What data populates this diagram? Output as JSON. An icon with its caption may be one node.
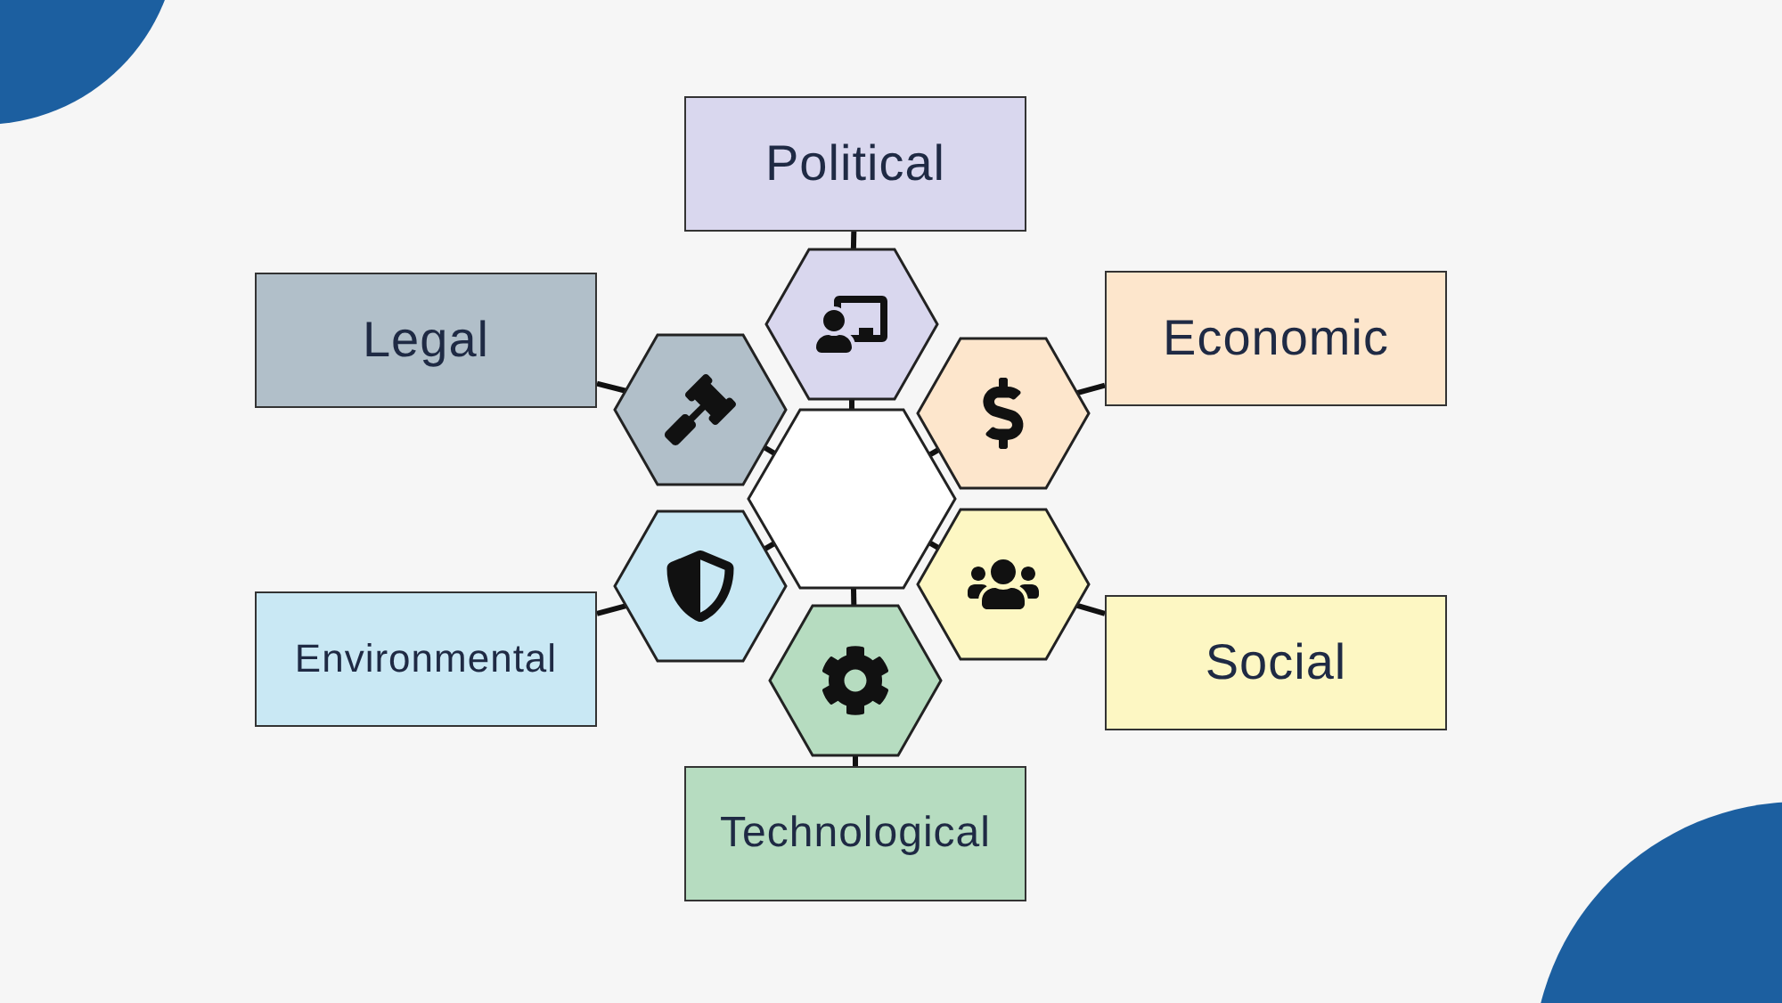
{
  "diagram": {
    "nodes": [
      {
        "text": [
          "Political"
        ]
      },
      {
        "text": [
          "Legal"
        ]
      },
      {
        "text": [
          "Economic"
        ]
      },
      {
        "text": [],
        "shape": "hexagon"
      },
      {
        "text": [],
        "shape": "hexagon"
      },
      {
        "text": [],
        "shape": "hexagon"
      },
      {
        "text": [],
        "shape": "hexagon"
      },
      {
        "text": [],
        "shape": "hexagon"
      },
      {
        "text": [],
        "shape": "hexagon"
      },
      {
        "text": [
          "Environmental"
        ]
      },
      {
        "text": [
          "Social"
        ]
      },
      {
        "text": [],
        "shape": "hexagon"
      },
      {
        "text": [
          "Technological"
        ]
      }
    ],
    "edges": [
      {
        "from": 0,
        "to": 3,
        "arrow": "none"
      },
      {
        "from": 1,
        "to": 4,
        "arrow": "none"
      },
      {
        "from": 2,
        "to": 5,
        "arrow": "none"
      },
      {
        "from": 9,
        "to": 7,
        "arrow": "none"
      },
      {
        "from": 10,
        "to": 8,
        "arrow": "none"
      },
      {
        "from": 12,
        "to": 11,
        "arrow": "none"
      },
      {
        "from": 6,
        "to": 3,
        "arrow": "none"
      },
      {
        "from": 6,
        "to": 4,
        "arrow": "none"
      },
      {
        "from": 6,
        "to": 5,
        "arrow": "none"
      },
      {
        "from": 6,
        "to": 7,
        "arrow": "none"
      },
      {
        "from": 6,
        "to": 8,
        "arrow": "none"
      },
      {
        "from": 6,
        "to": 11,
        "arrow": "none"
      }
    ]
  }
}
